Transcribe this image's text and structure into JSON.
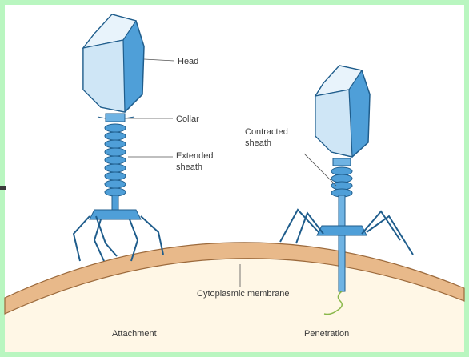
{
  "labels": {
    "head": "Head",
    "collar": "Collar",
    "extended_sheath_line1": "Extended",
    "extended_sheath_line2": "sheath",
    "contracted_sheath_line1": "Contracted",
    "contracted_sheath_line2": "sheath",
    "cytoplasmic_membrane": "Cytoplasmic membrane",
    "attachment": "Attachment",
    "penetration": "Penetration"
  },
  "colors": {
    "background": "#b9f6c0",
    "phage_blue": "#4f9fd8",
    "phage_light": "#d8ecf8",
    "membrane": "#e8b98a",
    "membrane_edge": "#9c6a3c",
    "cytoplasm": "#fff7e6"
  }
}
